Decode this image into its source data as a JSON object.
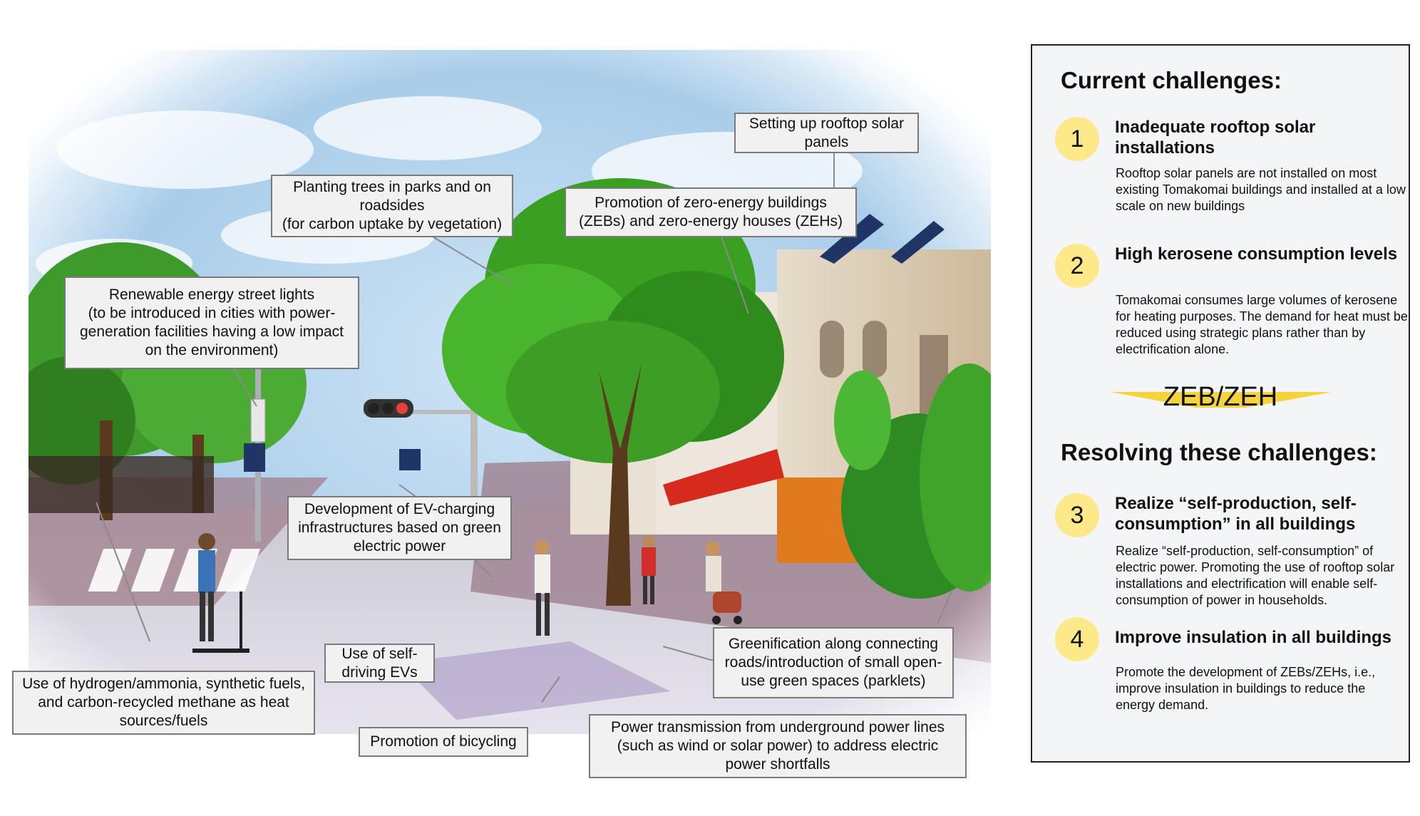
{
  "labels": {
    "rooftop_solar": "Setting up rooftop solar\npanels",
    "planting_trees": "Planting trees in parks and on\nroadsides\n(for carbon uptake by vegetation)",
    "zeb_promotion": "Promotion of zero-energy buildings\n(ZEBs) and zero-energy houses (ZEHs)",
    "street_lights": "Renewable energy street lights\n(to be introduced in cities with power-\ngeneration facilities having a low impact\non the environment)",
    "ev_charging": "Development of EV-charging\ninfrastructures based on green\nelectric power",
    "self_driving": "Use of self-\ndriving EVs",
    "hydrogen": "Use of hydrogen/ammonia, synthetic fuels,\nand carbon-recycled methane as heat\nsources/fuels",
    "bicycling": "Promotion of bicycling",
    "greenification": "Greenification along connecting\nroads/introduction of small open-\nuse green spaces (parklets)",
    "power_transmission": "Power transmission from underground power lines\n(such as wind or solar power) to address electric\npower shortfalls"
  },
  "panel": {
    "current_heading": "Current challenges:",
    "zeb_label": "ZEB/ZEH",
    "resolving_heading": "Resolving these challenges:",
    "items": [
      {
        "num": "1",
        "title": "Inadequate rooftop solar installations",
        "desc": "Rooftop solar panels are not installed on most existing Tomakomai buildings and installed at a low scale on new buildings"
      },
      {
        "num": "2",
        "title": "High kerosene consumption levels",
        "desc": "Tomakomai consumes large volumes of kerosene for heating purposes. The demand for heat must be reduced using strategic plans rather than by electrification alone."
      },
      {
        "num": "3",
        "title": "Realize “self-production, self-consumption” in all buildings",
        "desc": "Realize “self-production, self-consumption” of electric power. Promoting the use of rooftop solar installations and electrification will enable self-consumption of power in households."
      },
      {
        "num": "4",
        "title": "Improve insulation in all buildings",
        "desc": "Promote the development of ZEBs/ZEHs, i.e., improve insulation in buildings to reduce the energy demand."
      }
    ]
  },
  "colors": {
    "badge": "#fde88a",
    "zeb_accent": "#f5d33a",
    "label_bg": "#f1f1f1",
    "awning": "#d62a1e"
  }
}
